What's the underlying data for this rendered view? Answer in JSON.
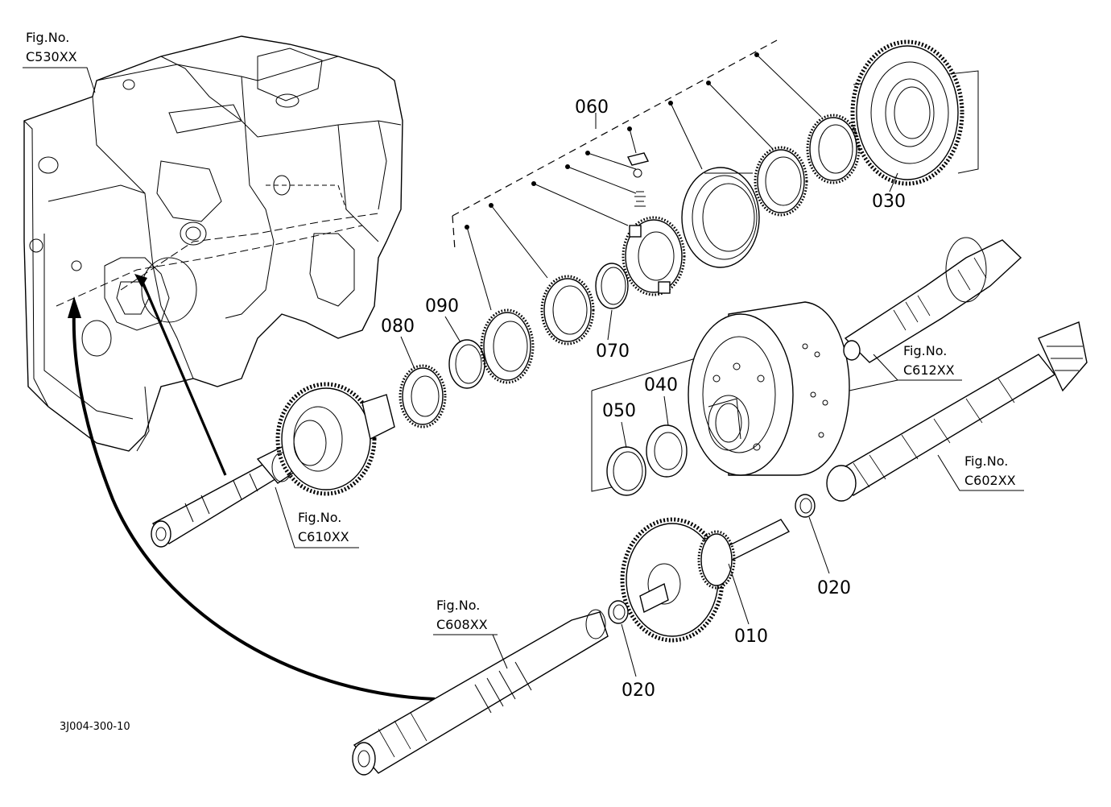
{
  "figure_refs": [
    {
      "title": "Fig.No.",
      "code": "C530XX"
    },
    {
      "title": "Fig.No.",
      "code": "C612XX"
    },
    {
      "title": "Fig.No.",
      "code": "C602XX"
    },
    {
      "title": "Fig.No.",
      "code": "C610XX"
    },
    {
      "title": "Fig.No.",
      "code": "C608XX"
    }
  ],
  "part_numbers": [
    "060",
    "030",
    "090",
    "080",
    "070",
    "040",
    "050",
    "020",
    "010",
    "020"
  ],
  "drawing_code": "3J004-300-10"
}
